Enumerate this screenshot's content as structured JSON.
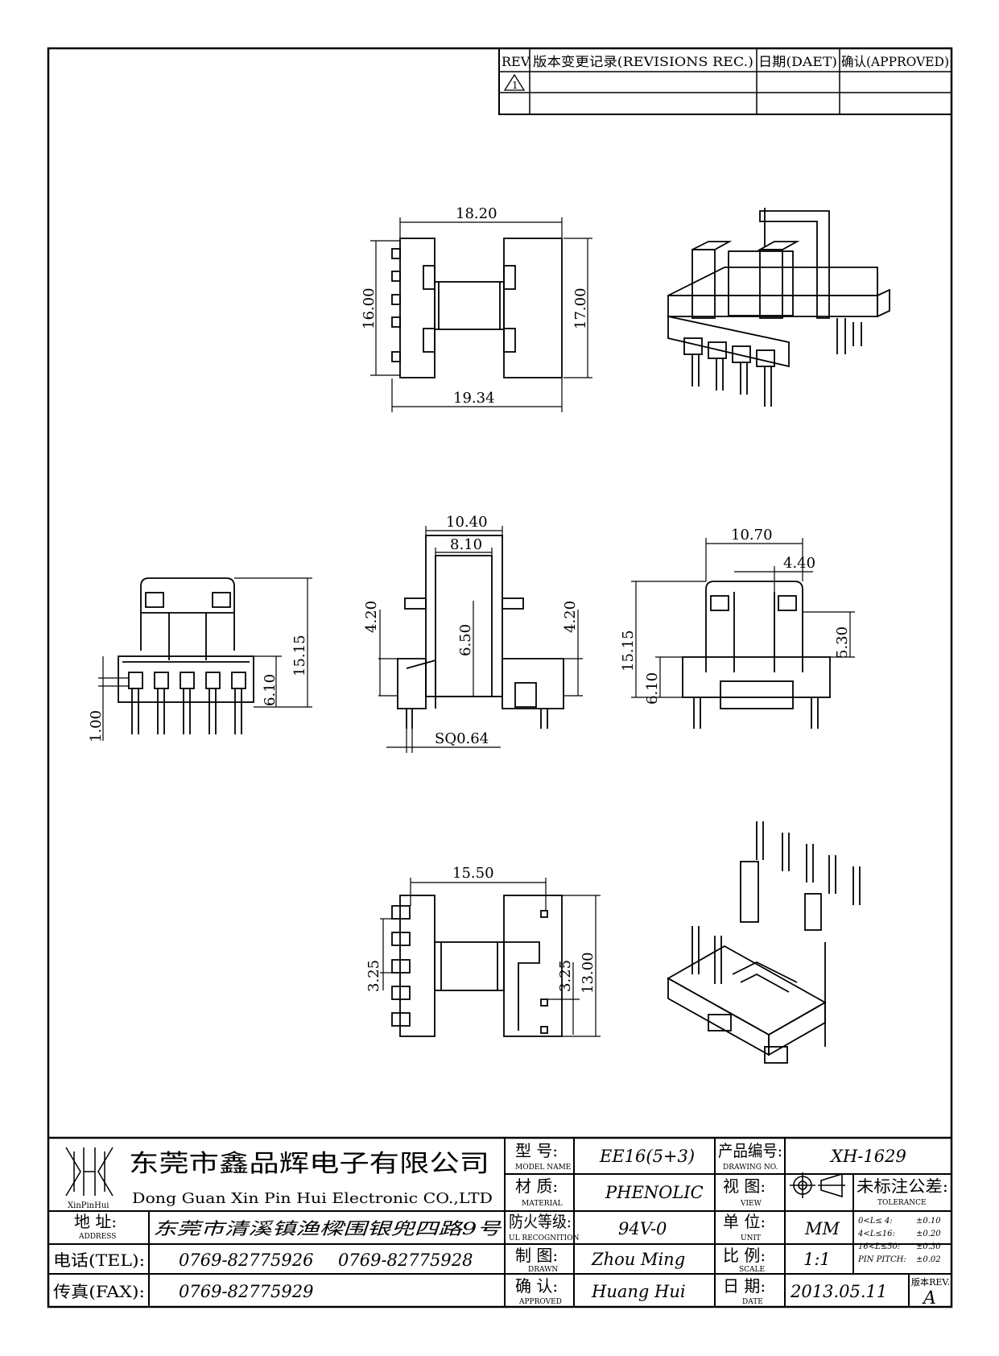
{
  "revision_table": {
    "headers": [
      "REV.",
      "版本变更记录(REVISIONS REC.)",
      "日期(DAET)",
      "确认(APPROVED)"
    ],
    "rev_mark": "1"
  },
  "dimensions": {
    "top_width_top": "18.20",
    "top_width_bottom": "19.34",
    "top_height_left": "16.00",
    "top_height_right": "17.00",
    "side_height_total": "15.15",
    "side_base_height": "6.10",
    "side_pin_offset": "1.00",
    "front_outer_width": "10.40",
    "front_inner_width": "8.10",
    "front_left_height": "4.20",
    "front_center_height": "6.50",
    "front_right_height": "4.20",
    "front_pin_size": "SQ0.64",
    "right_width": "10.70",
    "right_gap": "4.40",
    "right_total_height": "15.15",
    "right_upper_height": "5.30",
    "right_base_height": "6.10",
    "bottom_width": "15.50",
    "bottom_pitch_left": "3.25",
    "bottom_pitch_right": "3.25",
    "bottom_height": "13.00"
  },
  "title_block": {
    "company_cn": "东莞市鑫品辉电子有限公司",
    "company_en": "Dong Guan Xin Pin Hui Electronic CO.,LTD",
    "logo_text": "XinPinHui",
    "address_label": "地  址:",
    "address_sub": "ADDRESS",
    "address_value": "东莞市清溪镇渔樑围银兜四路9号",
    "tel_label": "电话(TEL):",
    "tel_value_1": "0769-82775926",
    "tel_value_2": "0769-82775928",
    "fax_label": "传真(FAX):",
    "fax_value": "0769-82775929",
    "model_label": "型  号:",
    "model_sub": "MODEL NAME",
    "model_value": "EE16(5+3)",
    "material_label": "材  质:",
    "material_sub": "MATERIAL",
    "material_value": "PHENOLIC",
    "fire_label": "防火等级:",
    "fire_sub": "UL RECOGNITION",
    "fire_value": "94V-0",
    "drawn_label": "制  图:",
    "drawn_sub": "DRAWN",
    "drawn_value": "Zhou Ming",
    "approved_label": "确  认:",
    "approved_sub": "APPROVED",
    "approved_value": "Huang Hui",
    "drawing_no_label": "产品编号:",
    "drawing_no_sub": "DRAWING NO.",
    "drawing_no_value": "XH-1629",
    "view_label": "视  图:",
    "view_sub": "VIEW",
    "unit_label": "单  位:",
    "unit_sub": "UNIT",
    "unit_value": "MM",
    "scale_label": "比  例:",
    "scale_sub": "SCALE",
    "scale_value": "1:1",
    "date_label": "日  期:",
    "date_sub": "DATE",
    "date_value": "2013.05.11",
    "tolerance_label": "未标注公差:",
    "tolerance_sub": "TOLERANCE",
    "tolerance_rows": [
      {
        "range": "0<L≤ 4:",
        "value": "±0.10"
      },
      {
        "range": "4<L≤16:",
        "value": "±0.20"
      },
      {
        "range": "16<L≤50:",
        "value": "±0.30"
      },
      {
        "range": "PIN PITCH:",
        "value": "±0.02"
      }
    ],
    "rev_label": "版本REV.",
    "rev_value": "A"
  }
}
